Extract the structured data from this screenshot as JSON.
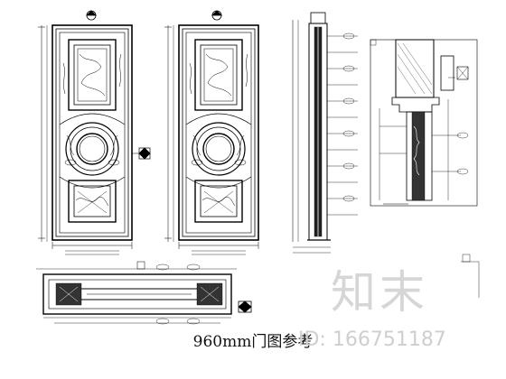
{
  "caption": "960mm门图参考",
  "watermark": {
    "logo_text": "知末",
    "id_text": "ID: 166751187"
  },
  "colors": {
    "line": "#000000",
    "watermark": "#d6d6d6"
  },
  "views": [
    {
      "id": "front-elevation-a",
      "kind": "door-elevation"
    },
    {
      "id": "front-elevation-b",
      "kind": "door-elevation"
    },
    {
      "id": "side-section",
      "kind": "section"
    },
    {
      "id": "detail-enlargement",
      "kind": "detail"
    },
    {
      "id": "plan-section",
      "kind": "plan"
    }
  ]
}
